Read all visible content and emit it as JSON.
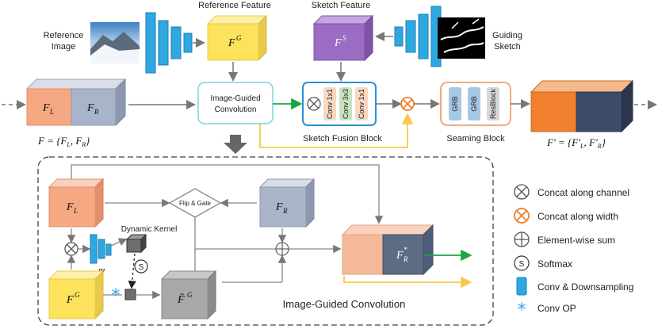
{
  "top": {
    "reference_image_label_1": "Reference",
    "reference_image_label_2": "Image",
    "reference_feature_label": "Reference Feature",
    "sketch_feature_label": "Sketch Feature",
    "guiding_sketch_label_1": "Guiding",
    "guiding_sketch_label_2": "Sketch",
    "fg_cube_label": "F",
    "fg_cube_sup": "G",
    "fs_cube_label": "F",
    "fs_cube_sup": "S",
    "fl_label": "F",
    "fl_sub": "L",
    "fr_label": "F",
    "fr_sub": "R",
    "f_set_eq": "F = {F",
    "f_set_L": "L",
    "f_set_mid": ", F",
    "f_set_R": "R",
    "f_set_end": "}",
    "igc_box_label_1": "Image-Guided",
    "igc_box_label_2": "Convolution",
    "sketch_fusion_label": "Sketch Fusion Block",
    "conv1": "Conv 1x1",
    "conv3": "Conv 3x3",
    "conv1b": "Conv 1x1",
    "seaming_label": "Seaming Block",
    "grb1": "GRB",
    "grb2": "GRB",
    "resblock": "ResBlock",
    "fprime_eq": "F′ = {F′",
    "fprime_L": "L",
    "fprime_mid": ", F′",
    "fprime_R": "R",
    "fprime_end": "}"
  },
  "detail": {
    "fl_label": "F",
    "fl_sub": "L",
    "fr_label": "F",
    "fr_sub": "R",
    "fg_label": "F",
    "fg_sup": "G",
    "ftilde_label": "F̃",
    "ftilde_sup": "G",
    "flip_gate": "Flip & Gate",
    "dynamic_kernel": "Dynamic Kernel",
    "psi": "Ψ",
    "softmax_s": "S",
    "frstar_label": "F",
    "frstar_sub": "R",
    "frstar_sup": "*",
    "title": "Image-Guided Convolution"
  },
  "legend": {
    "concat_channel": "Concat along channel",
    "concat_width": "Concat along width",
    "elementwise_sum": "Element-wise sum",
    "softmax": "Softmax",
    "conv_down": "Conv & Downsampling",
    "conv_op": "Conv OP",
    "softmax_symbol": "S"
  },
  "colors": {
    "fl": "#f5a882",
    "fr": "#a9b3c9",
    "fg": "#fde25c",
    "fs": "#9b6dc2",
    "blue_conv": "#2ea8e0",
    "orange_out": "#f07f2e",
    "navy_out": "#3c4b67",
    "green_arrow": "#1aa640",
    "yellow_arrow": "#f8c94a",
    "teal_box": "#7fd3dc",
    "blue_box": "#2a8fd6",
    "orange_box": "#f0a070"
  }
}
